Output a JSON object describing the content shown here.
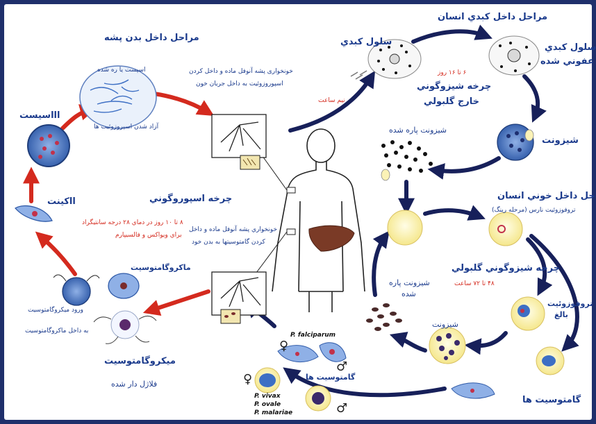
{
  "title_mosquito_stages": "مراحل داخل بدن پشه",
  "sporozoite_released": "اسپست یا ره شده",
  "sporozoites_freed": "آزاد شدن اسپروزوئیت ها",
  "oocyst": "اااسیست",
  "mosquito_bite_top_line1": "خونخواری پشه آنوفل ماده و داخل کردن",
  "mosquito_bite_top_line2": "اسپوروزوئیت به داخل جریان خون",
  "half_hour": "نیم ساعت",
  "liver_cell": "سلول کبدي",
  "title_liver_stages": "مراحل داخل کبدي انسان",
  "infected_liver_cell_line1": "سلول کبدي",
  "infected_liver_cell_line2": "عفوني شده",
  "duration_liver": "۶ تا ۱۶ روز",
  "exo_cycle_line1": "چرخه شیزوگوني",
  "exo_cycle_line2": "خارج گلبولي",
  "schizont": "شیزونت",
  "ruptured_schizont": "شیزونت پاره شده",
  "ookinete": "ااکینت",
  "sporogony_cycle": "چرخه اسپوروگوني",
  "duration_sporogony_line1": "۸ تا ۱۰ روز در دماي ۲۸ درجه سانتیگراد",
  "duration_sporogony_line2": "براي ویواکس و فالسیپارم",
  "mosquito_bite_bottom_line1": "خونخواري پشه آنوفل ماده و داخل",
  "mosquito_bite_bottom_line2": "کردن گامتوسیتها به  بدن خود",
  "title_blood_stages": "مراحل داخل خوني انسان",
  "immature_trophozoite": "تروفوزوئیت نارس (مرحله رینگ)",
  "macrogametocyte": "ماکروگامتوسیت",
  "microgametocyte_entry_line1": "ورود میکروگامتوسیت",
  "microgametocyte_entry_line2": "به داخل ماکروگامتوسیت",
  "microgametocyte": "میکروگامتوسیت",
  "flagellated": "فلاژل دار شده",
  "erythro_cycle": "چرخه شیزوگوني گلبولي",
  "duration_blood": "۴۸ تا ۷۲ ساعت",
  "ruptured_schizont_blood_line1": "شیزونت پاره",
  "ruptured_schizont_blood_line2": "شده",
  "mature_trophozoite_line1": "تروفوزوئیت",
  "mature_trophozoite_line2": "بالغ",
  "schizont_blood": "شیزونت",
  "p_falciparum": "P. falciparum",
  "gametocytes_center": "گامتوسیت ها",
  "p_vivax": "P. vivax",
  "p_ovale": "P. ovale",
  "p_malariae": "P. malariae",
  "gametocytes_right": "گامتوسیت ها",
  "female_symbol": "♀",
  "male_symbol": "♂",
  "colors": {
    "navy_arrow": "#17205a",
    "red_arrow": "#d42a1e",
    "label_blue": "#1a3a8c",
    "cell_yellow": "#fbf2b6",
    "parasite_blue": "#3d6fc4",
    "liver_brown": "#7a3a26"
  }
}
